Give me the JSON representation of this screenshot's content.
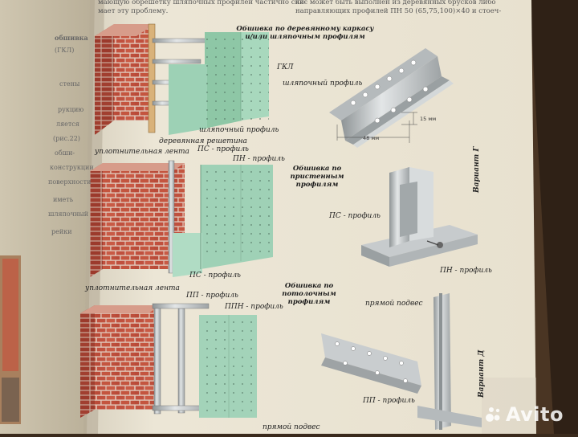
{
  "header": {
    "left_line1": "мающую обрешётку шляпочных профилей частично сни-",
    "left_line2": "мает эту проблему.",
    "right_line1": "кас может быть выполнен из деревянных брусков либо",
    "right_line2": "направляющих профилей ПН 50 (65,75,100)×40 и стоеч-"
  },
  "left_page_words": [
    "обшивка",
    "(ГКЛ)",
    "стены",
    "рукцию",
    "ляется",
    "(рис.22)",
    "обши-",
    "конструкции",
    "поверхности",
    "иметь",
    "шляпочный",
    "рейки"
  ],
  "panel1": {
    "title": "Обшивка по деревянному каркасу и/или шляпочным профилям",
    "label_gkl": "ГКЛ",
    "label_hat_profile_1": "шляпочный профиль",
    "label_hat_profile_2": "шляпочный профиль",
    "label_wood_lath": "деревянная решетина",
    "dim_width": "48 мм",
    "dim_height": "15 мм"
  },
  "panel2": {
    "title": "Обшивка по пристенным профилям",
    "label_seal_top": "уплотнительная лента",
    "label_ps_top": "ПС - профиль",
    "label_pn_top": "ПН - профиль",
    "label_ps_detail": "ПС - профиль",
    "label_pn_detail": "ПН - профиль",
    "label_ps_bottom": "ПС - профиль",
    "label_seal_bottom": "уплотнительная лента",
    "variant": "Вариант Г"
  },
  "panel3": {
    "title": "Обшивка по потолочным профилям",
    "label_pp": "ПП - профиль",
    "label_ppn": "ППН - профиль",
    "label_direct_hanger_detail": "прямой подвес",
    "label_pp_detail": "ПП - профиль",
    "label_direct_hanger_bottom": "прямой подвес",
    "variant": "Вариант Д"
  },
  "watermark": "Avito",
  "colors": {
    "page": "#ece6d6",
    "brick": "#c0503e",
    "mortar": "#e0c6b8",
    "gypsum": "#9fd1b6",
    "metal": "#bfc3c5"
  }
}
